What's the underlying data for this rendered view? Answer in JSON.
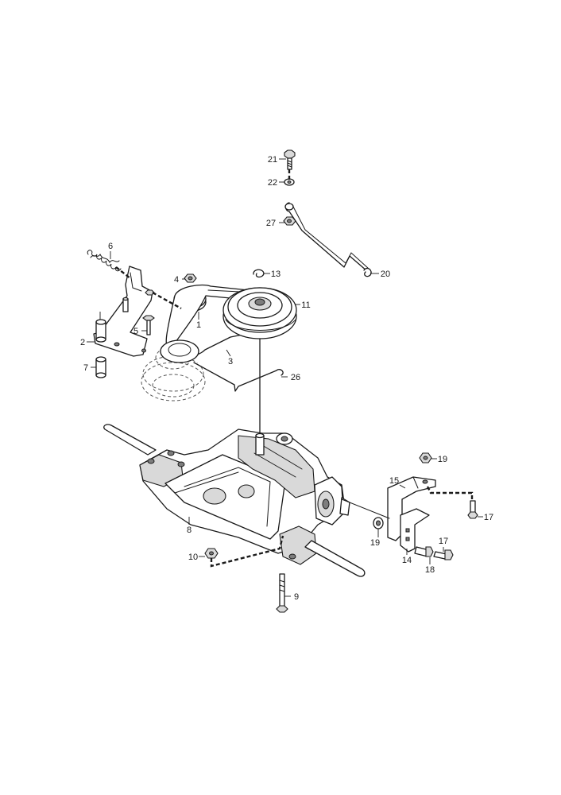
{
  "callouts": [
    {
      "id": "c1",
      "text": "1"
    },
    {
      "id": "c2",
      "text": "2"
    },
    {
      "id": "c3",
      "text": "3"
    },
    {
      "id": "c4",
      "text": "4"
    },
    {
      "id": "c5",
      "text": "5"
    },
    {
      "id": "c6",
      "text": "6"
    },
    {
      "id": "c7",
      "text": "7"
    },
    {
      "id": "c8",
      "text": "8"
    },
    {
      "id": "c9",
      "text": "9"
    },
    {
      "id": "c10",
      "text": "10"
    },
    {
      "id": "c11",
      "text": "11"
    },
    {
      "id": "c13",
      "text": "13"
    },
    {
      "id": "c14",
      "text": "14"
    },
    {
      "id": "c15",
      "text": "15"
    },
    {
      "id": "c17a",
      "text": "17"
    },
    {
      "id": "c17b",
      "text": "17"
    },
    {
      "id": "c18",
      "text": "18"
    },
    {
      "id": "c19a",
      "text": "19"
    },
    {
      "id": "c19b",
      "text": "19"
    },
    {
      "id": "c20",
      "text": "20"
    },
    {
      "id": "c21",
      "text": "21"
    },
    {
      "id": "c22",
      "text": "22"
    },
    {
      "id": "c26",
      "text": "26"
    },
    {
      "id": "c27",
      "text": "27"
    }
  ]
}
